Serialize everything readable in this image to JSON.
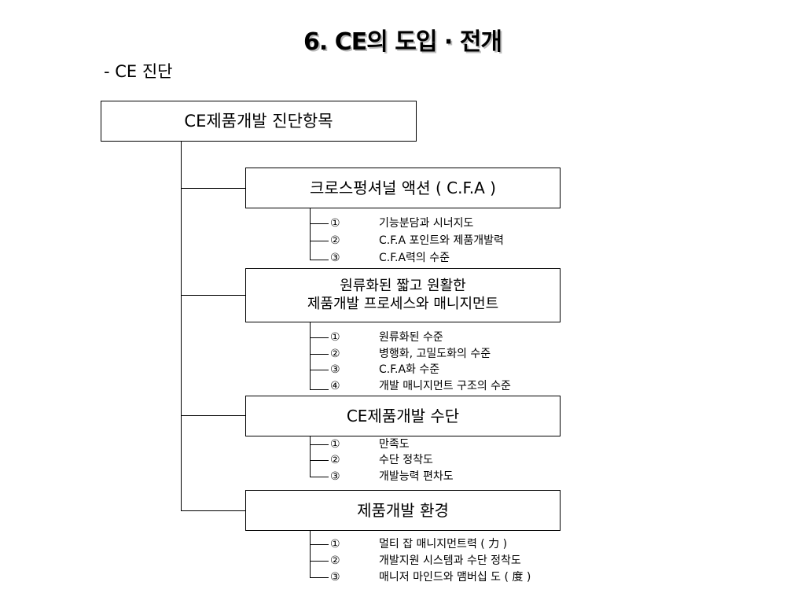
{
  "title": "6. CE의 도입 · 전개",
  "subtitle": "- CE 진단",
  "root_label": "CE제품개발 진단항목",
  "categories": [
    {
      "lines": [
        "크로스펑셔널 액션 ( C.F.A )"
      ],
      "items": [
        {
          "num": "①",
          "text": "기능분담과 시너지도"
        },
        {
          "num": "②",
          "text": "C.F.A 포인트와 제품개발력"
        },
        {
          "num": "③",
          "text": "C.F.A력의 수준"
        }
      ]
    },
    {
      "lines": [
        "원류화된 짧고 원활한",
        "제품개발 프로세스와 매니지먼트"
      ],
      "items": [
        {
          "num": "①",
          "text": "원류화된 수준"
        },
        {
          "num": "②",
          "text": "병행화, 고밀도화의 수준"
        },
        {
          "num": "③",
          "text": "C.F.A화 수준"
        },
        {
          "num": "④",
          "text": "개발 매니지먼트 구조의 수준"
        }
      ]
    },
    {
      "lines": [
        "CE제품개발 수단"
      ],
      "items": [
        {
          "num": "①",
          "text": "만족도"
        },
        {
          "num": "②",
          "text": "수단 정착도"
        },
        {
          "num": "③",
          "text": "개발능력 편차도"
        }
      ]
    },
    {
      "lines": [
        "제품개발 환경"
      ],
      "items": [
        {
          "num": "①",
          "text": "멀티 잡 매니지먼트력 ( 力 )"
        },
        {
          "num": "②",
          "text": "개발지원 시스템과 수단 정착도"
        },
        {
          "num": "③",
          "text": "매니저 마인드와 맴버십 도 ( 度 )"
        }
      ]
    }
  ]
}
